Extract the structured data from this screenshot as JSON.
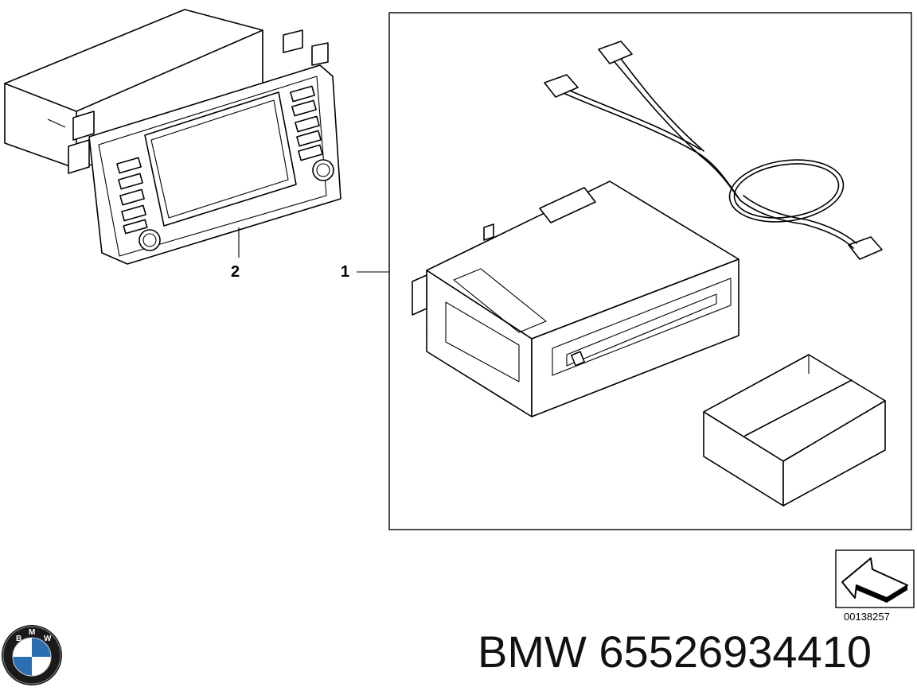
{
  "diagram": {
    "callouts": [
      {
        "id": "1",
        "label": "1"
      },
      {
        "id": "2",
        "label": "2"
      }
    ],
    "reference_number": "00138257",
    "icons": {
      "logo": "bmw-roundel-logo",
      "direction": "direction-arrow-icon"
    }
  },
  "footer": {
    "part_label": "BMW 65526934410"
  },
  "colors": {
    "line": "#000000",
    "background": "#ffffff",
    "logo_blue": "#2b6fb3"
  }
}
